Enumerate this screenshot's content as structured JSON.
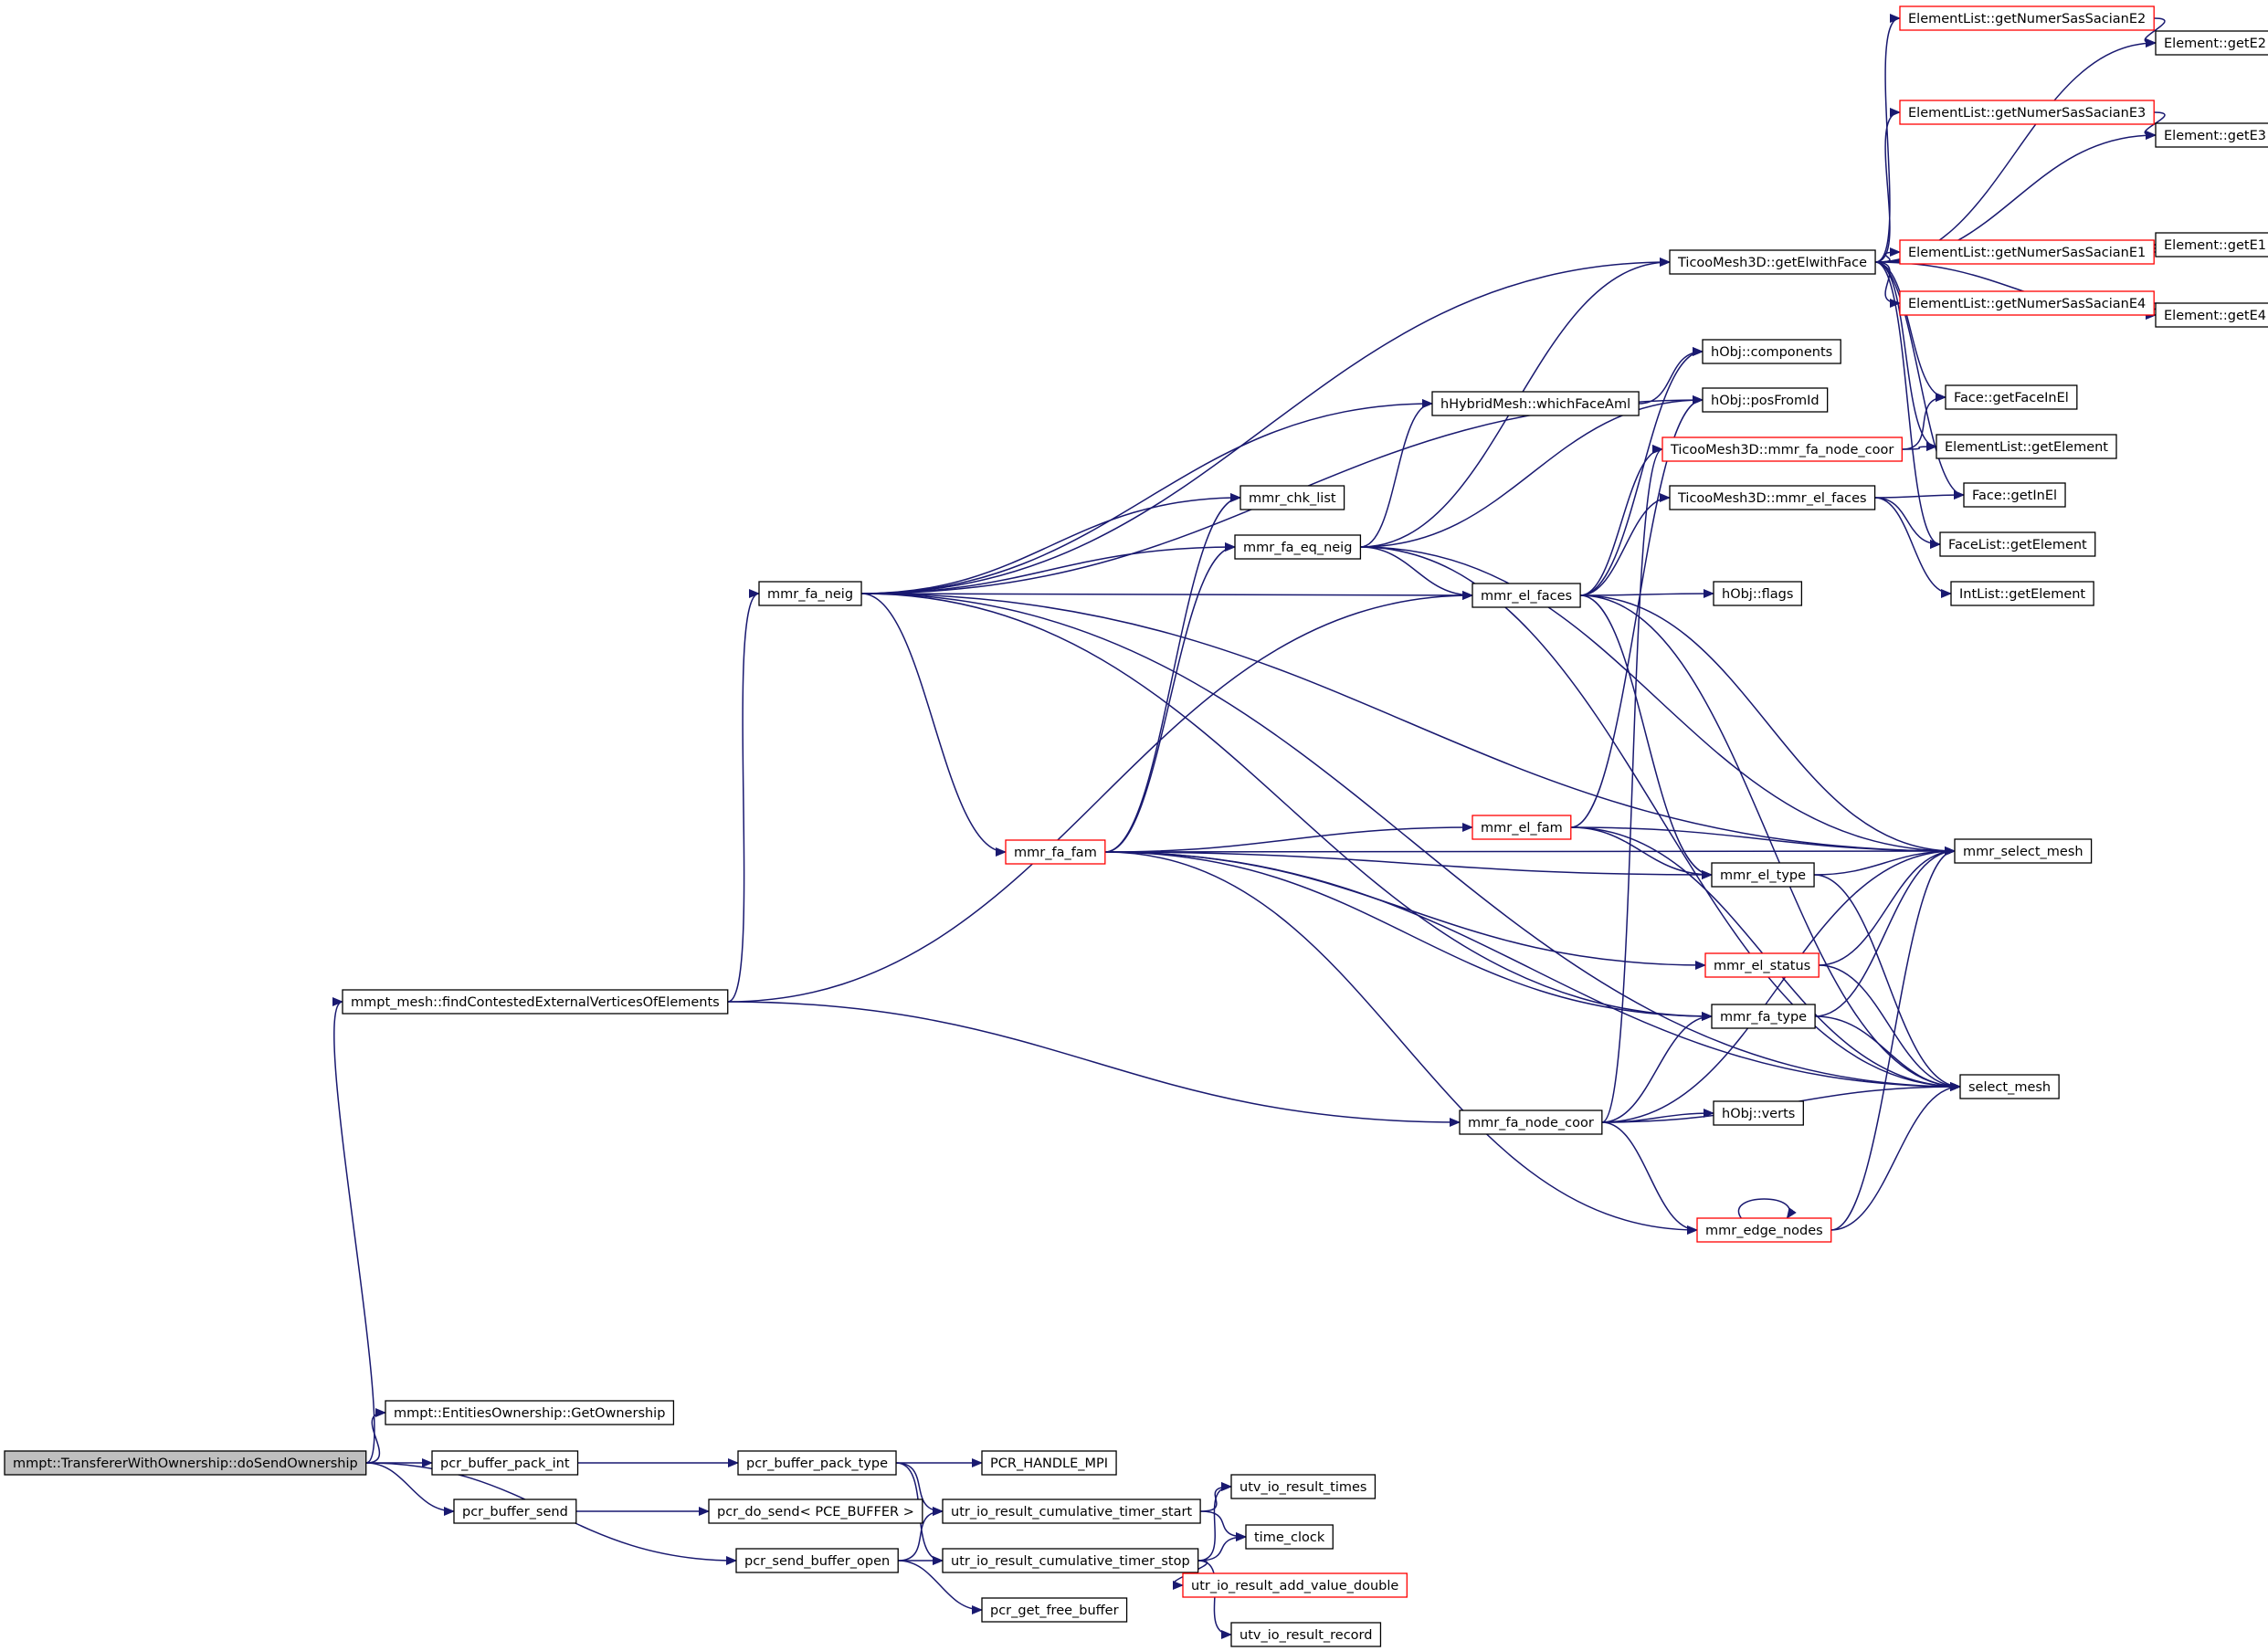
{
  "colors": {
    "edge": "#191970",
    "node_border": "#000000",
    "node_truncated_border": "#ff0000",
    "root_fill": "#bfbfbf",
    "node_fill": "#ffffff"
  },
  "nodes": [
    {
      "id": "root",
      "label": "mmpt::TransfererWithOwnership::doSendOwnership",
      "root": true
    },
    {
      "id": "findContested",
      "label": "mmpt_mesh::findContestedExternalVerticesOfElements"
    },
    {
      "id": "getOwnership",
      "label": "mmpt::EntitiesOwnership::GetOwnership"
    },
    {
      "id": "packInt",
      "label": "pcr_buffer_pack_int"
    },
    {
      "id": "bufSend",
      "label": "pcr_buffer_send"
    },
    {
      "id": "sendBufOpen",
      "label": "pcr_send_buffer_open"
    },
    {
      "id": "mmrFaNeig",
      "label": "mmr_fa_neig"
    },
    {
      "id": "packType",
      "label": "pcr_buffer_pack_type"
    },
    {
      "id": "pcrHandle",
      "label": "PCR_HANDLE_MPI"
    },
    {
      "id": "doSend",
      "label": "pcr_do_send< PCE_BUFFER >"
    },
    {
      "id": "timerStart",
      "label": "utr_io_result_cumulative_timer_start"
    },
    {
      "id": "timerStop",
      "label": "utr_io_result_cumulative_timer_stop"
    },
    {
      "id": "freeBuf",
      "label": "pcr_get_free_buffer"
    },
    {
      "id": "ioTimes",
      "label": "utv_io_result_times"
    },
    {
      "id": "timeClock",
      "label": "time_clock"
    },
    {
      "id": "addValue",
      "label": "utr_io_result_add_value_double",
      "truncated": true
    },
    {
      "id": "ioRecord",
      "label": "utv_io_result_record"
    },
    {
      "id": "mmrChk",
      "label": "mmr_chk_list"
    },
    {
      "id": "mmrFaEq",
      "label": "mmr_fa_eq_neig"
    },
    {
      "id": "mmrFaFam",
      "label": "mmr_fa_fam",
      "truncated": true
    },
    {
      "id": "mmrElFaces",
      "label": "mmr_el_faces"
    },
    {
      "id": "mmrElFam",
      "label": "mmr_el_fam",
      "truncated": true
    },
    {
      "id": "mmrFaNodeCoor",
      "label": "mmr_fa_node_coor"
    },
    {
      "id": "getElwithFace",
      "label": "TicooMesh3D::getElwithFace"
    },
    {
      "id": "whichFace",
      "label": "hHybridMesh::whichFaceAml"
    },
    {
      "id": "components",
      "label": "hObj::components"
    },
    {
      "id": "posFromId",
      "label": "hObj::posFromId"
    },
    {
      "id": "tmFaNodeCoor",
      "label": "TicooMesh3D::mmr_fa_node_coor",
      "truncated": true
    },
    {
      "id": "tmElFaces",
      "label": "TicooMesh3D::mmr_el_faces"
    },
    {
      "id": "flags",
      "label": "hObj::flags"
    },
    {
      "id": "mmrElType",
      "label": "mmr_el_type"
    },
    {
      "id": "mmrElStatus",
      "label": "mmr_el_status",
      "truncated": true
    },
    {
      "id": "mmrFaType",
      "label": "mmr_fa_type"
    },
    {
      "id": "verts",
      "label": "hObj::verts"
    },
    {
      "id": "edgeNodes",
      "label": "mmr_edge_nodes",
      "truncated": true
    },
    {
      "id": "mmrSelect",
      "label": "mmr_select_mesh"
    },
    {
      "id": "selectMesh",
      "label": "select_mesh"
    },
    {
      "id": "numE2",
      "label": "ElementList::getNumerSasSacianE2",
      "truncated": true
    },
    {
      "id": "numE3",
      "label": "ElementList::getNumerSasSacianE3",
      "truncated": true
    },
    {
      "id": "numE1",
      "label": "ElementList::getNumerSasSacianE1",
      "truncated": true
    },
    {
      "id": "numE4",
      "label": "ElementList::getNumerSasSacianE4",
      "truncated": true
    },
    {
      "id": "getE2",
      "label": "Element::getE2"
    },
    {
      "id": "getE3",
      "label": "Element::getE3"
    },
    {
      "id": "getE1",
      "label": "Element::getE1"
    },
    {
      "id": "getE4",
      "label": "Element::getE4"
    },
    {
      "id": "getFaceInEl",
      "label": "Face::getFaceInEl"
    },
    {
      "id": "elListGetElement",
      "label": "ElementList::getElement"
    },
    {
      "id": "getInEl",
      "label": "Face::getInEl"
    },
    {
      "id": "faceListGetElement",
      "label": "FaceList::getElement"
    },
    {
      "id": "intListGetElement",
      "label": "IntList::getElement"
    }
  ],
  "edges": [
    [
      "root",
      "findContested"
    ],
    [
      "root",
      "getOwnership"
    ],
    [
      "root",
      "packInt"
    ],
    [
      "root",
      "bufSend"
    ],
    [
      "root",
      "sendBufOpen"
    ],
    [
      "findContested",
      "mmrFaNeig"
    ],
    [
      "findContested",
      "mmrElFaces"
    ],
    [
      "findContested",
      "mmrFaNodeCoor"
    ],
    [
      "packInt",
      "packType"
    ],
    [
      "packType",
      "pcrHandle"
    ],
    [
      "packType",
      "timerStart"
    ],
    [
      "packType",
      "timerStop"
    ],
    [
      "bufSend",
      "doSend"
    ],
    [
      "sendBufOpen",
      "timerStart"
    ],
    [
      "sendBufOpen",
      "timerStop"
    ],
    [
      "sendBufOpen",
      "freeBuf"
    ],
    [
      "timerStart",
      "ioTimes"
    ],
    [
      "timerStart",
      "timeClock"
    ],
    [
      "timerStop",
      "ioTimes"
    ],
    [
      "timerStop",
      "timeClock"
    ],
    [
      "timerStop",
      "addValue"
    ],
    [
      "timerStop",
      "ioRecord"
    ],
    [
      "mmrFaNeig",
      "getElwithFace"
    ],
    [
      "mmrFaNeig",
      "whichFace"
    ],
    [
      "mmrFaNeig",
      "posFromId"
    ],
    [
      "mmrFaNeig",
      "mmrChk"
    ],
    [
      "mmrFaNeig",
      "mmrFaEq"
    ],
    [
      "mmrFaNeig",
      "mmrElFaces"
    ],
    [
      "mmrFaNeig",
      "mmrSelect"
    ],
    [
      "mmrFaNeig",
      "mmrFaFam"
    ],
    [
      "mmrFaNeig",
      "mmrFaType"
    ],
    [
      "mmrFaNeig",
      "selectMesh"
    ],
    [
      "mmrFaFam",
      "mmrChk"
    ],
    [
      "mmrFaFam",
      "mmrFaEq"
    ],
    [
      "mmrFaFam",
      "mmrElFam"
    ],
    [
      "mmrFaFam",
      "mmrSelect"
    ],
    [
      "mmrFaFam",
      "mmrElType"
    ],
    [
      "mmrFaFam",
      "mmrElStatus"
    ],
    [
      "mmrFaFam",
      "mmrFaType"
    ],
    [
      "mmrFaFam",
      "edgeNodes"
    ],
    [
      "mmrFaFam",
      "selectMesh"
    ],
    [
      "mmrFaEq",
      "getElwithFace"
    ],
    [
      "mmrFaEq",
      "whichFace"
    ],
    [
      "mmrFaEq",
      "posFromId"
    ],
    [
      "mmrFaEq",
      "mmrElFaces"
    ],
    [
      "mmrFaEq",
      "mmrSelect"
    ],
    [
      "mmrFaEq",
      "selectMesh"
    ],
    [
      "mmrElFaces",
      "components"
    ],
    [
      "mmrElFaces",
      "tmFaNodeCoor"
    ],
    [
      "mmrElFaces",
      "tmElFaces"
    ],
    [
      "mmrElFaces",
      "flags"
    ],
    [
      "mmrElFaces",
      "mmrElType"
    ],
    [
      "mmrElFaces",
      "mmrSelect"
    ],
    [
      "mmrElFaces",
      "selectMesh"
    ],
    [
      "mmrElFam",
      "posFromId"
    ],
    [
      "mmrElFam",
      "mmrElType"
    ],
    [
      "mmrElFam",
      "mmrSelect"
    ],
    [
      "mmrElFam",
      "selectMesh"
    ],
    [
      "mmrElType",
      "mmrSelect"
    ],
    [
      "mmrElType",
      "selectMesh"
    ],
    [
      "mmrElStatus",
      "mmrSelect"
    ],
    [
      "mmrElStatus",
      "selectMesh"
    ],
    [
      "mmrFaType",
      "mmrSelect"
    ],
    [
      "mmrFaType",
      "selectMesh"
    ],
    [
      "mmrFaNodeCoor",
      "tmFaNodeCoor"
    ],
    [
      "mmrFaNodeCoor",
      "mmrFaType"
    ],
    [
      "mmrFaNodeCoor",
      "verts"
    ],
    [
      "mmrFaNodeCoor",
      "edgeNodes"
    ],
    [
      "mmrFaNodeCoor",
      "mmrSelect"
    ],
    [
      "mmrFaNodeCoor",
      "selectMesh"
    ],
    [
      "edgeNodes",
      "edgeNodes"
    ],
    [
      "edgeNodes",
      "mmrSelect"
    ],
    [
      "edgeNodes",
      "selectMesh"
    ],
    [
      "whichFace",
      "components"
    ],
    [
      "tmFaNodeCoor",
      "getFaceInEl"
    ],
    [
      "tmFaNodeCoor",
      "elListGetElement"
    ],
    [
      "tmElFaces",
      "getInEl"
    ],
    [
      "tmElFaces",
      "faceListGetElement"
    ],
    [
      "tmElFaces",
      "intListGetElement"
    ],
    [
      "getElwithFace",
      "numE2"
    ],
    [
      "getElwithFace",
      "getE2"
    ],
    [
      "getElwithFace",
      "numE3"
    ],
    [
      "getElwithFace",
      "getE3"
    ],
    [
      "getElwithFace",
      "getE1"
    ],
    [
      "getElwithFace",
      "numE1"
    ],
    [
      "getElwithFace",
      "numE4"
    ],
    [
      "getElwithFace",
      "getE4"
    ],
    [
      "getElwithFace",
      "getFaceInEl"
    ],
    [
      "getElwithFace",
      "elListGetElement"
    ],
    [
      "getElwithFace",
      "getInEl"
    ],
    [
      "getElwithFace",
      "faceListGetElement"
    ],
    [
      "numE2",
      "getE2"
    ],
    [
      "numE3",
      "getE3"
    ],
    [
      "numE1",
      "getE1"
    ],
    [
      "numE4",
      "getE4"
    ]
  ]
}
